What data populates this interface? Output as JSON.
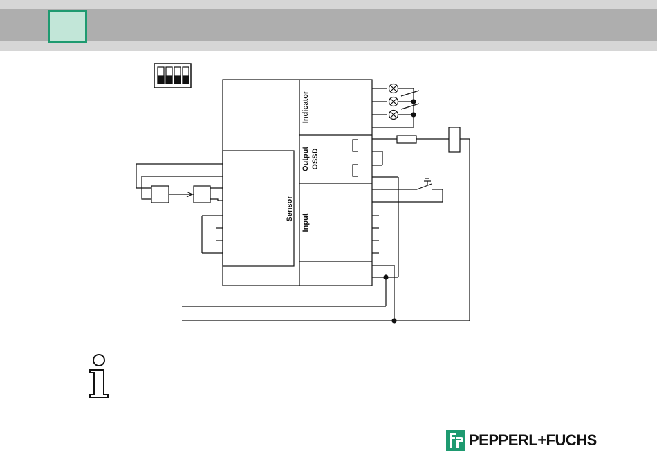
{
  "header": {
    "accent_color": "#1e9a70",
    "chapter_square_fill": "#c2e6d8",
    "band_color": "#aeaeae"
  },
  "diagram": {
    "labels": {
      "indicator": "Indicator",
      "output": "Output",
      "ossd": "OSSD",
      "input": "Input",
      "sensor": "Sensor"
    },
    "icons": [
      "dip-switch-icon",
      "lamp-icon",
      "relay-coil-icon",
      "fuse-icon",
      "push-button-icon",
      "info-icon"
    ]
  },
  "footer": {
    "brand": "PEPPERL+FUCHS",
    "logo_icon": "pepperl-fuchs-logo-icon"
  }
}
